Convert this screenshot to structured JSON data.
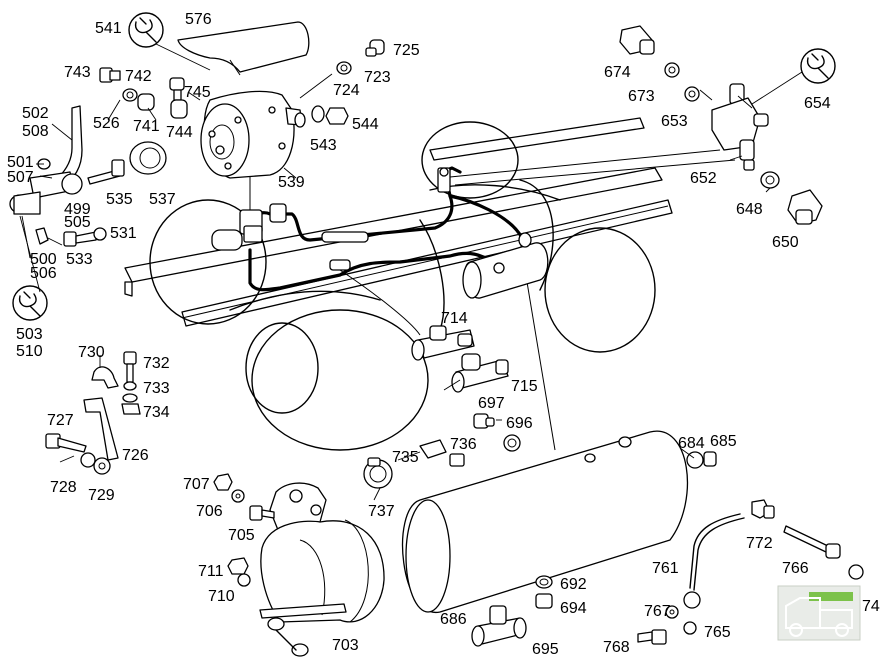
{
  "labels": {
    "l541": "541",
    "l576": "576",
    "l725": "725",
    "l723": "723",
    "l724": "724",
    "l544": "544",
    "l543": "543",
    "l743": "743",
    "l742": "742",
    "l745": "745",
    "l741": "741",
    "l744": "744",
    "l526": "526",
    "l502": "502",
    "l508": "508",
    "l501": "501",
    "l507": "507",
    "l499": "499",
    "l505": "505",
    "l531": "531",
    "l535": "535",
    "l537": "537",
    "l539": "539",
    "l500": "500",
    "l533": "533",
    "l506": "506",
    "l503": "503",
    "l510": "510",
    "l674": "674",
    "l673": "673",
    "l653": "653",
    "l654": "654",
    "l652": "652",
    "l648": "648",
    "l650": "650",
    "l714": "714",
    "l715": "715",
    "l697": "697",
    "l696": "696",
    "l730": "730",
    "l732": "732",
    "l733": "733",
    "l734": "734",
    "l727": "727",
    "l726": "726",
    "l728": "728",
    "l729": "729",
    "l735": "735",
    "l736": "736",
    "l737": "737",
    "l684": "684",
    "l685": "685",
    "l707": "707",
    "l706": "706",
    "l705": "705",
    "l711": "711",
    "l710": "710",
    "l703": "703",
    "l686": "686",
    "l692": "692",
    "l694": "694",
    "l695": "695",
    "l772": "772",
    "l761": "761",
    "l766": "766",
    "l74": "74",
    "l767": "767",
    "l765": "765",
    "l768": "768"
  },
  "watermark": {
    "line1": "",
    "line2": ""
  },
  "icons": [
    "wrench-icon"
  ]
}
